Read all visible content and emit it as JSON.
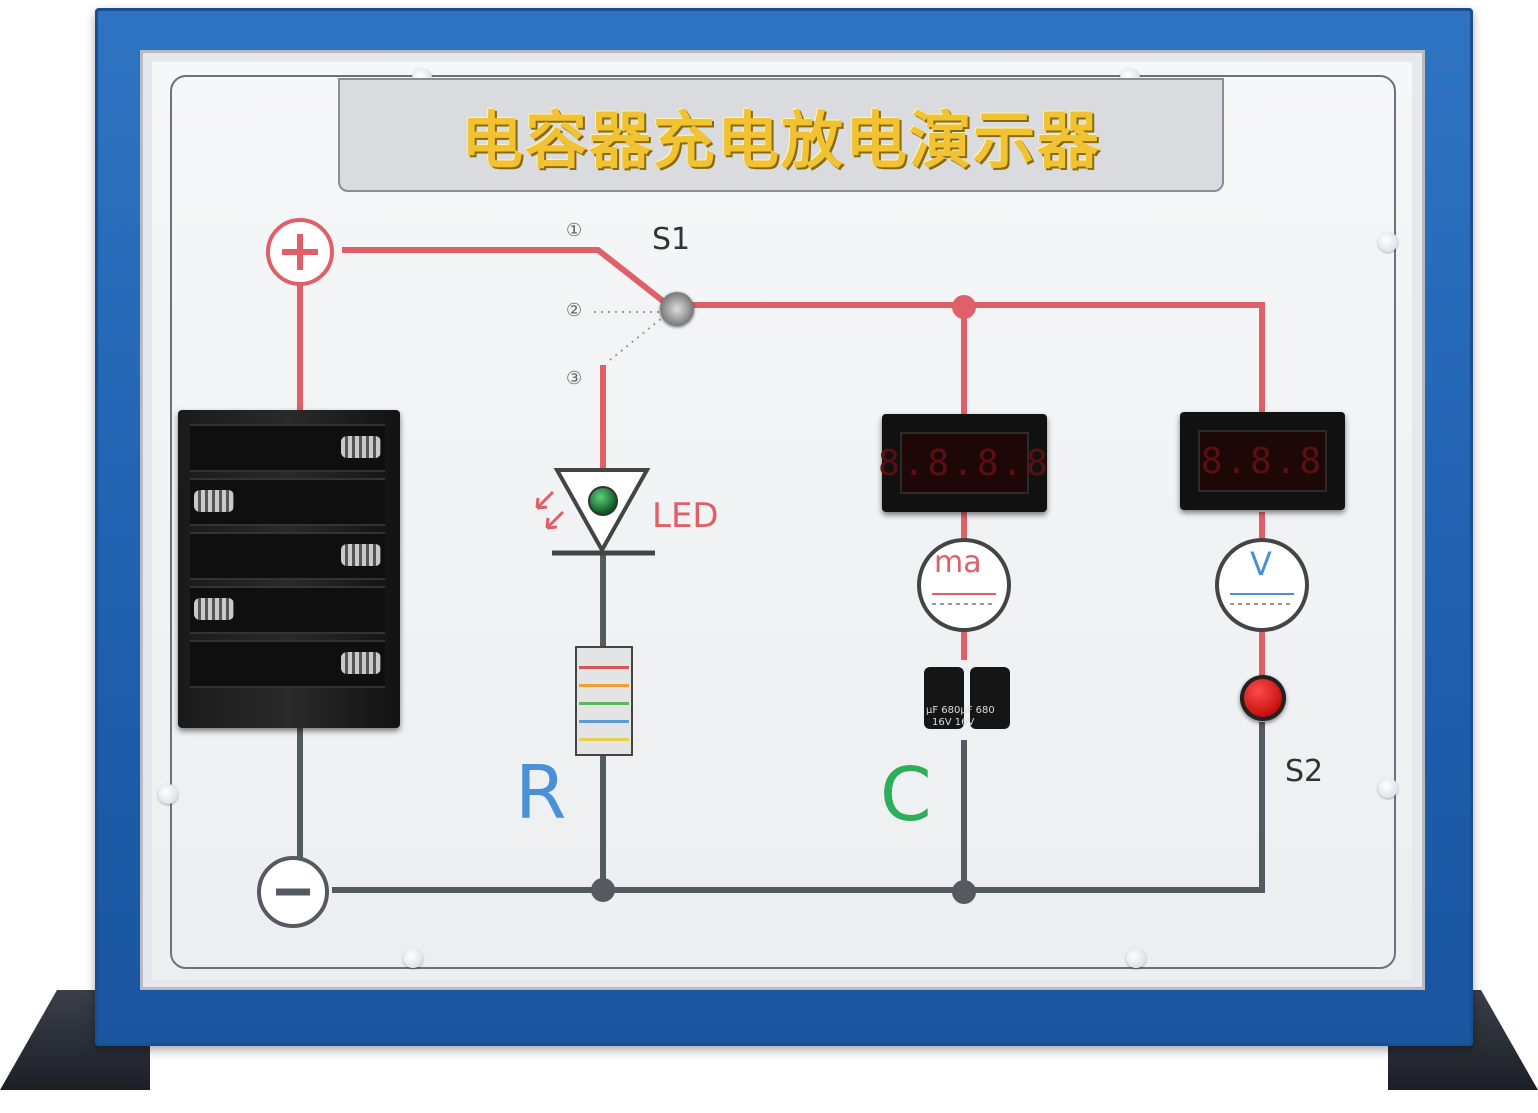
{
  "title": "电容器充电放电演示器",
  "labels": {
    "switch1": "S1",
    "switch2": "S2",
    "pos1": "①",
    "pos2": "②",
    "pos3": "③",
    "led": "LED",
    "resistor": "R",
    "capacitor": "C",
    "ammeter_unit": "ma",
    "voltmeter_unit": "V"
  },
  "meters": {
    "ammeter_digits": "8.8.8.8",
    "voltmeter_digits": "8.8.8"
  },
  "capacitor_marking": "µF 680µF 680",
  "capacitor_voltage": "16V 16V",
  "colors": {
    "frame_blue": "#1e5fae",
    "positive_wire": "#e0606a",
    "negative_wire": "#555a60",
    "title_yellow": "#f1c232",
    "r_letter": "#4a90d9",
    "c_letter": "#2fae5a"
  },
  "icons": [
    "plus-terminal-icon",
    "minus-terminal-icon",
    "led-symbol-icon",
    "toggle-switch-icon",
    "push-button-icon"
  ]
}
